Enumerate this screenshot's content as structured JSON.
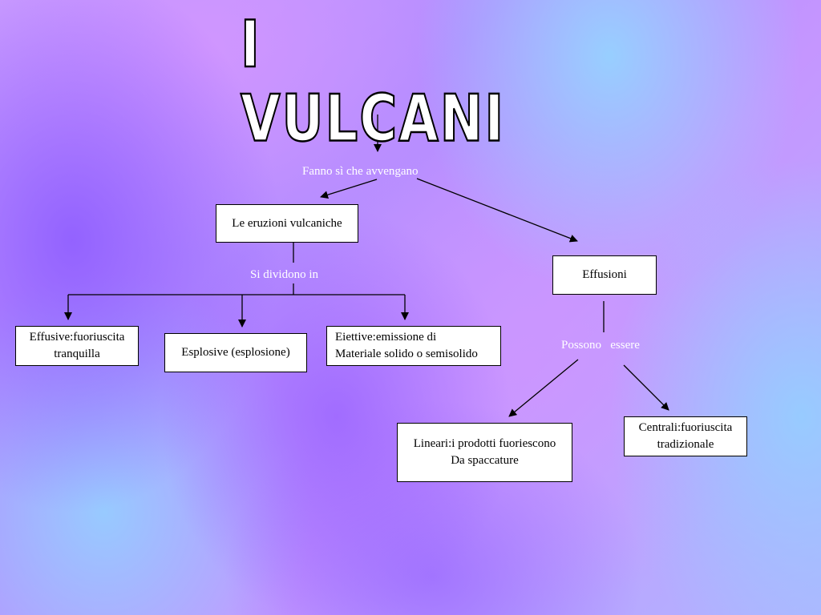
{
  "title": "I VULCANI",
  "links": {
    "fanno": "Fanno sì che avvengano",
    "si_dividono": "Si dividono in",
    "possono": "Possono   essere"
  },
  "nodes": {
    "eruzioni": "Le eruzioni vulcaniche",
    "effusioni": "Effusioni",
    "effusive": [
      "Effusive:fuoriuscita",
      "tranquilla"
    ],
    "esplosive": "Esplosive (esplosione)",
    "eiettive": [
      "Eiettive:emissione di",
      "Materiale solido o semisolido"
    ],
    "lineari": [
      "Lineari:i prodotti fuoriescono",
      "Da spaccature"
    ],
    "centrali": [
      "Centrali:fuoriuscita",
      "tradizionale"
    ]
  },
  "colors": {
    "line": "#000000",
    "link_text": "#ffffff",
    "box_fill": "#ffffff"
  }
}
